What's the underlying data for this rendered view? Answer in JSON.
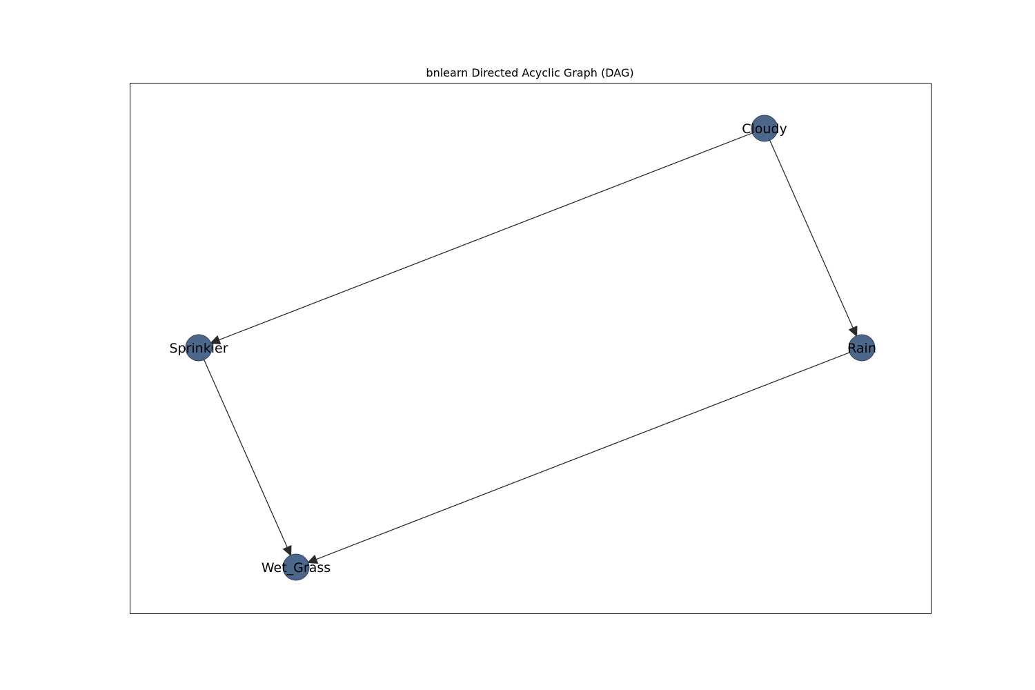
{
  "figure": {
    "title": "bnlearn Directed Acyclic Graph (DAG)"
  },
  "graph": {
    "node_color": "#3d5a80",
    "edge_color": "#2b2b2b",
    "nodes": [
      {
        "id": "Cloudy",
        "label": "Cloudy"
      },
      {
        "id": "Sprinkler",
        "label": "Sprinkler"
      },
      {
        "id": "Rain",
        "label": "Rain"
      },
      {
        "id": "Wet_Grass",
        "label": "Wet_Grass"
      }
    ],
    "edges": [
      {
        "from": "Cloudy",
        "to": "Sprinkler"
      },
      {
        "from": "Cloudy",
        "to": "Rain"
      },
      {
        "from": "Sprinkler",
        "to": "Wet_Grass"
      },
      {
        "from": "Rain",
        "to": "Wet_Grass"
      }
    ]
  }
}
